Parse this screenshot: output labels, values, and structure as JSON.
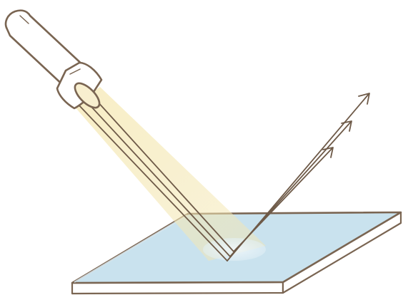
{
  "illustration": {
    "subject": "flashlight-beam-reflecting-off-mirror",
    "icons": [
      "flashlight-icon",
      "mirror-icon",
      "light-beam-icon",
      "reflected-ray-arrow-icon"
    ],
    "colors": {
      "outline": "#7a6552",
      "mirror_surface": "#c9e2ee",
      "mirror_edge": "#ffffff",
      "beam_glow": "#f3e6b3",
      "lens_glow": "#f8efcf",
      "ray_line": "#6e5a48",
      "hotspot": "#eef6fa"
    },
    "incident_ray_count": 3,
    "reflected_ray_count": 3
  }
}
